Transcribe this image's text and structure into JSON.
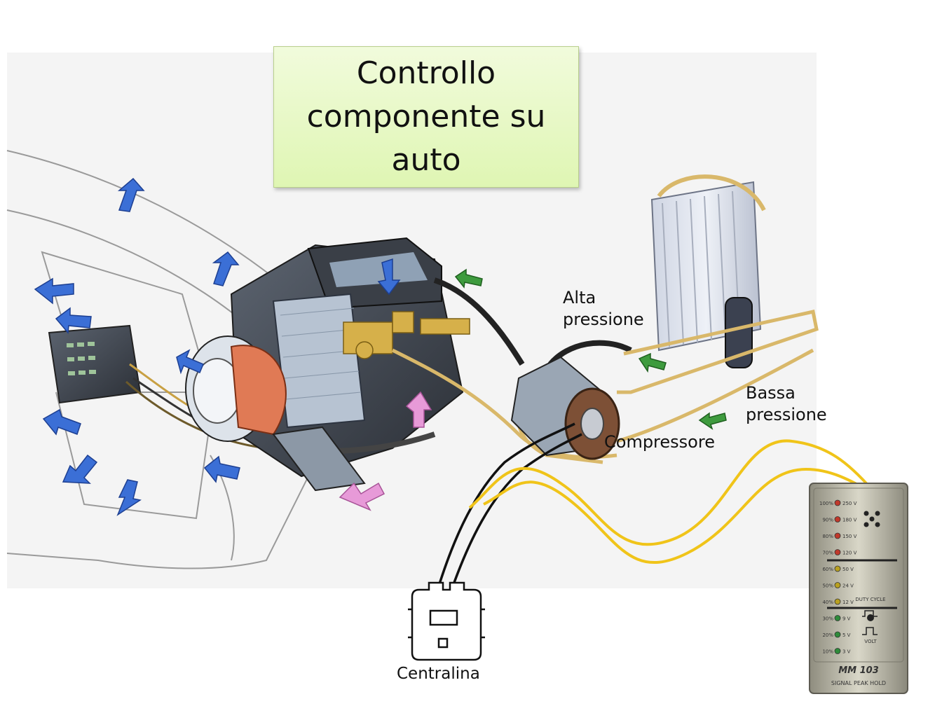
{
  "title": {
    "text": "Controllo componente su auto"
  },
  "labels": {
    "high_pressure": "Alta pressione",
    "low_pressure": "Bassa pressione",
    "compressor": "Compressore",
    "ecu": "Centralina"
  },
  "meter": {
    "brand": "MM 103",
    "subtitle": "SIGNAL PEAK HOLD",
    "mode_duty": "DUTY CYCLE",
    "mode_volt": "VOLT",
    "scale": [
      {
        "pct": "100%",
        "volt": "250 V",
        "led": "#c0392b"
      },
      {
        "pct": "90%",
        "volt": "180 V",
        "led": "#c0392b"
      },
      {
        "pct": "80%",
        "volt": "150 V",
        "led": "#c0392b"
      },
      {
        "pct": "70%",
        "volt": "120 V",
        "led": "#c0392b"
      },
      {
        "pct": "60%",
        "volt": "50 V",
        "led": "#b8a020"
      },
      {
        "pct": "50%",
        "volt": "24 V",
        "led": "#b8a020"
      },
      {
        "pct": "40%",
        "volt": "12 V",
        "led": "#b8a020"
      },
      {
        "pct": "30%",
        "volt": "9 V",
        "led": "#2e8b3a"
      },
      {
        "pct": "20%",
        "volt": "5 V",
        "led": "#2e8b3a"
      },
      {
        "pct": "10%",
        "volt": "3 V",
        "led": "#2e8b3a"
      }
    ]
  },
  "colors": {
    "title_bg": "#dff6b3",
    "signal_wire": "#f0c419",
    "ecu_wire": "#111111",
    "pipe": "#d9b86a",
    "airflow_blue": "#3b6fd6",
    "airflow_green": "#3e9b3e",
    "airflow_pink": "#e79ad8"
  }
}
